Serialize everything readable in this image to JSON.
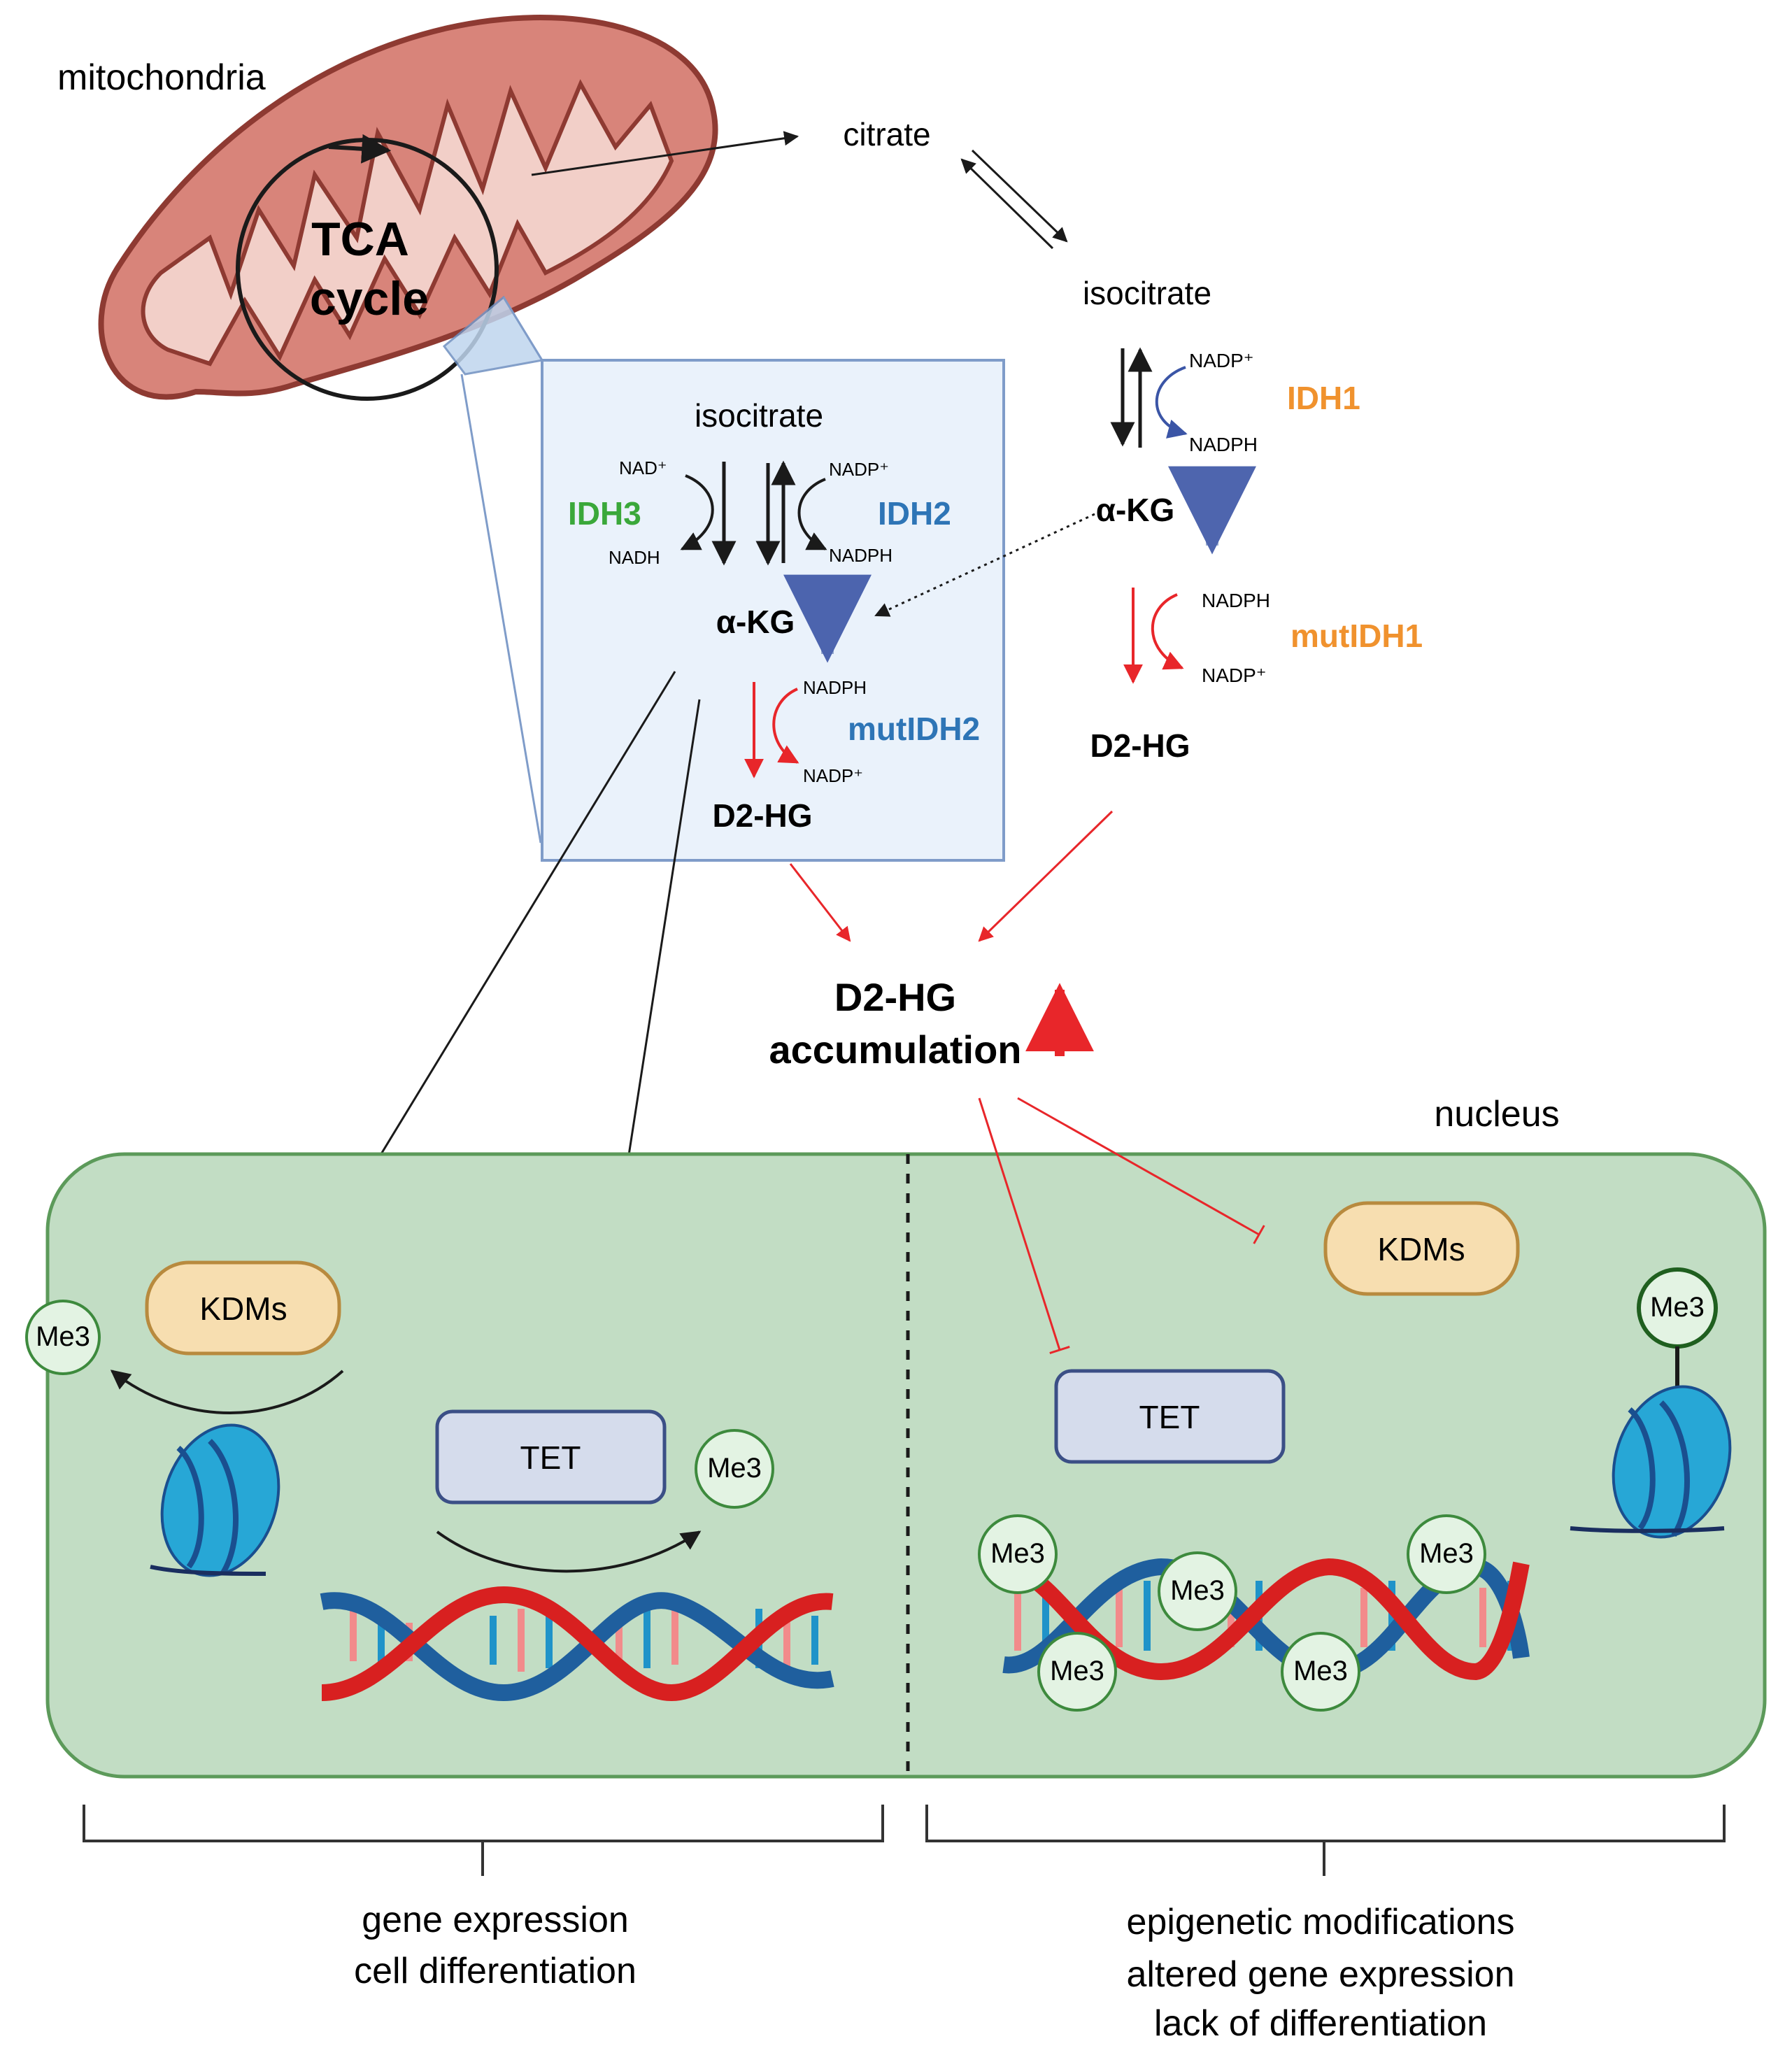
{
  "colors": {
    "idh1": "#f0922e",
    "idh2": "#2e75b6",
    "idh3": "#3aa83a",
    "mut_idh2": "#2e75b6",
    "mut_idh1": "#f0922e",
    "inhibit": "#e8262a",
    "mito_fill": "#d8847a",
    "mito_outline": "#8e3a32",
    "nucleus_fill": "#c2ddc4",
    "nucleus_border": "#5c9a5a",
    "zoom_box_fill": "#eaf2fb",
    "kdm_fill": "#f7deb0",
    "tet_fill": "#d5dcec",
    "me3_fill": "#e3f3e3",
    "me3_border": "#3d8a3d",
    "dna_red": "#d82020",
    "dna_blue": "#1f5f9e",
    "histone": "#27a7d6"
  },
  "mitochondria": {
    "label": "mitochondria",
    "cycle_line1": "TCA",
    "cycle_line2": "cycle"
  },
  "cytosol": {
    "citrate": "citrate",
    "isocitrate": "isocitrate",
    "nadp_plus": "NADP⁺",
    "nadph": "NADPH",
    "idh1": "IDH1",
    "akg": "α-KG",
    "mut_nadph": "NADPH",
    "mut_nadp_plus": "NADP⁺",
    "mut_idh1": "mutIDH1",
    "d2hg": "D2-HG"
  },
  "mito_zoom": {
    "isocitrate": "isocitrate",
    "nad_plus": "NAD⁺",
    "nadh": "NADH",
    "idh3": "IDH3",
    "nadp_plus": "NADP⁺",
    "nadph": "NADPH",
    "idh2": "IDH2",
    "akg": "α-KG",
    "mut_nadph": "NADPH",
    "mut_nadp_plus": "NADP⁺",
    "mut_idh2": "mutIDH2",
    "d2hg": "D2-HG"
  },
  "accumulation": {
    "line1": "D2-HG",
    "line2": "accumulation"
  },
  "nucleus": {
    "label": "nucleus",
    "left": {
      "kdms": "KDMs",
      "tet": "TET",
      "me3_histone": "Me3",
      "me3_dna": "Me3"
    },
    "right": {
      "kdms": "KDMs",
      "tet": "TET",
      "me3_histone": "Me3",
      "me3_dna": [
        "Me3",
        "Me3",
        "Me3",
        "Me3",
        "Me3"
      ]
    }
  },
  "outcomes": {
    "left": [
      "gene expression",
      "cell differentiation"
    ],
    "right": [
      "epigenetic modifications",
      "altered gene expression",
      "lack of differentiation"
    ]
  }
}
